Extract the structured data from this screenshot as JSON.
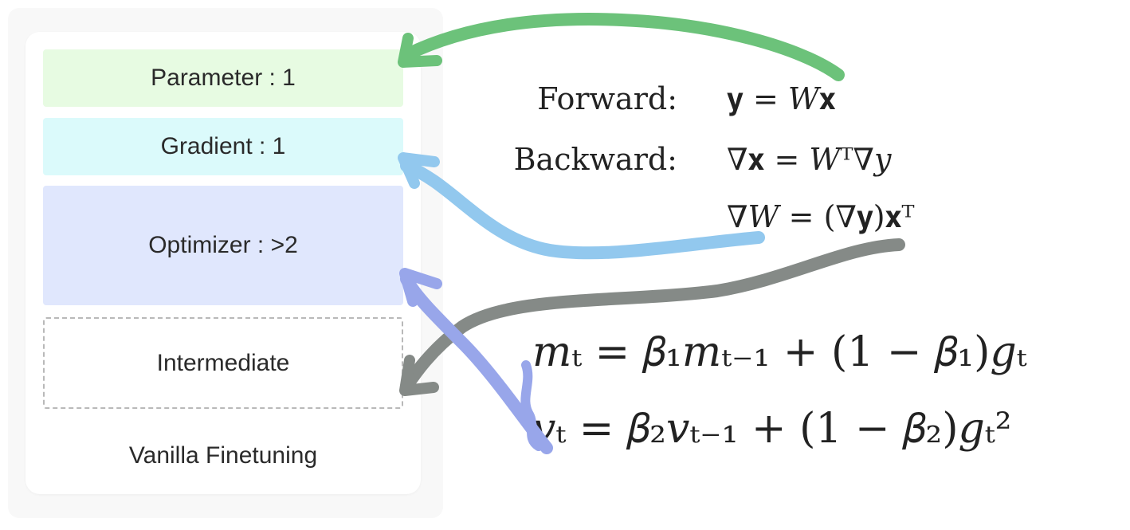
{
  "memory_panel": {
    "parameter_label": "Parameter : 1",
    "gradient_label": "Gradient : 1",
    "optimizer_label": "Optimizer : >2",
    "intermediate_label": "Intermediate",
    "caption": "Vanilla Finetuning"
  },
  "equations": {
    "forward_label": "Forward:",
    "forward_eq": "𝐲 = 𝑊𝐱",
    "backward_label": "Backward:",
    "backward_eq1": "∇𝐱 = 𝑊ᵀ∇𝑦",
    "backward_eq2": "∇𝑊 = (∇𝐲)𝐱ᵀ",
    "adam_m": "𝑚ₜ = 𝛽₁𝑚ₜ₋₁ + (1 − 𝛽₁)𝑔ₜ",
    "adam_v": "𝑣ₜ = 𝛽₂𝑣ₜ₋₁ + (1 − 𝛽₂)𝑔ₜ²"
  },
  "colors": {
    "parameter_fill": "#e7fbe2",
    "gradient_fill": "#dbfafb",
    "optimizer_fill": "#e0e7fd",
    "green_arrow": "#6cc27a",
    "blue_arrow": "#92c8ee",
    "gray_arrow": "#858a87",
    "purple_arrow": "#98a6ea"
  }
}
